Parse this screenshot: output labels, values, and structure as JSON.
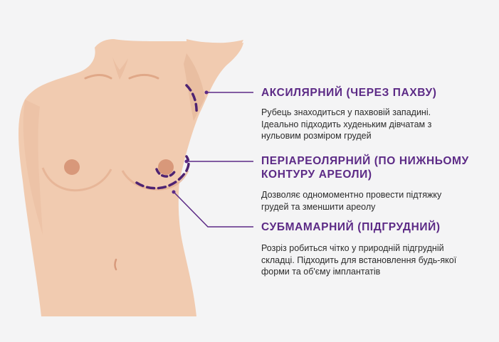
{
  "colors": {
    "background": "#f4f4f5",
    "skin": "#f1cbb0",
    "skin_shade": "#e2ad8e",
    "accent": "#5c2a86",
    "text": "#2b2b2b"
  },
  "incisions": [
    {
      "title": "АКСИЛЯРНИЙ (ЧЕРЕЗ ПАХВУ)",
      "description": [
        "Рубець знаходиться у пахвовій западині.",
        "Ідеально підходить худеньким дівчатам з",
        "нульовим розміром грудей"
      ]
    },
    {
      "title": [
        "ПЕРІАРЕОЛЯРНИЙ (ПО НИЖНЬОМУ",
        "КОНТУРУ АРЕОЛИ)"
      ],
      "description": [
        "Дозволяє одномоментно провести підтяжку",
        "грудей та зменшити ареолу"
      ]
    },
    {
      "title": "СУБМАМАРНИЙ (ПІДГРУДНИЙ)",
      "description": [
        "Розріз робиться чітко у природній підгрудній",
        "складці. Підходить для встановлення будь-якої",
        "форми та об'єму імплантатів"
      ]
    }
  ]
}
